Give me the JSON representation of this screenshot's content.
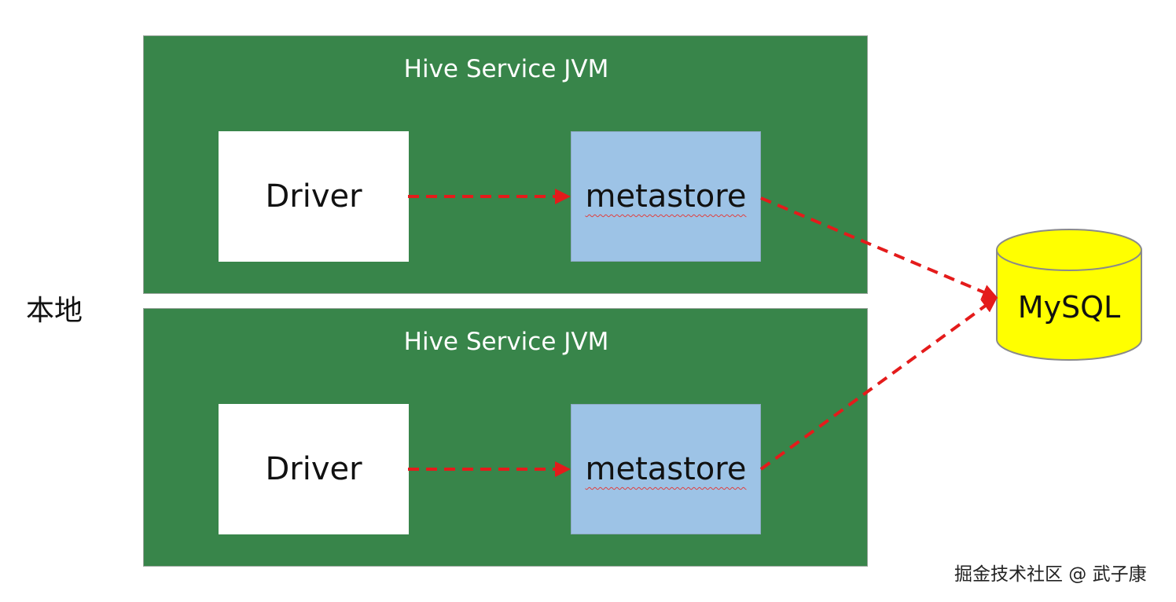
{
  "diagram": {
    "side_label": "本地",
    "jvm_top": {
      "title": "Hive Service JVM",
      "driver_label": "Driver",
      "metastore_label": "metastore"
    },
    "jvm_bottom": {
      "title": "Hive Service JVM",
      "driver_label": "Driver",
      "metastore_label": "metastore"
    },
    "database": {
      "label": "MySQL"
    },
    "watermark": "掘金技术社区 @ 武子康"
  },
  "colors": {
    "jvm_green": "#38854a",
    "metastore_blue": "#9dc3e6",
    "arrow_red": "#e41b1b",
    "db_yellow": "#ffff00"
  }
}
